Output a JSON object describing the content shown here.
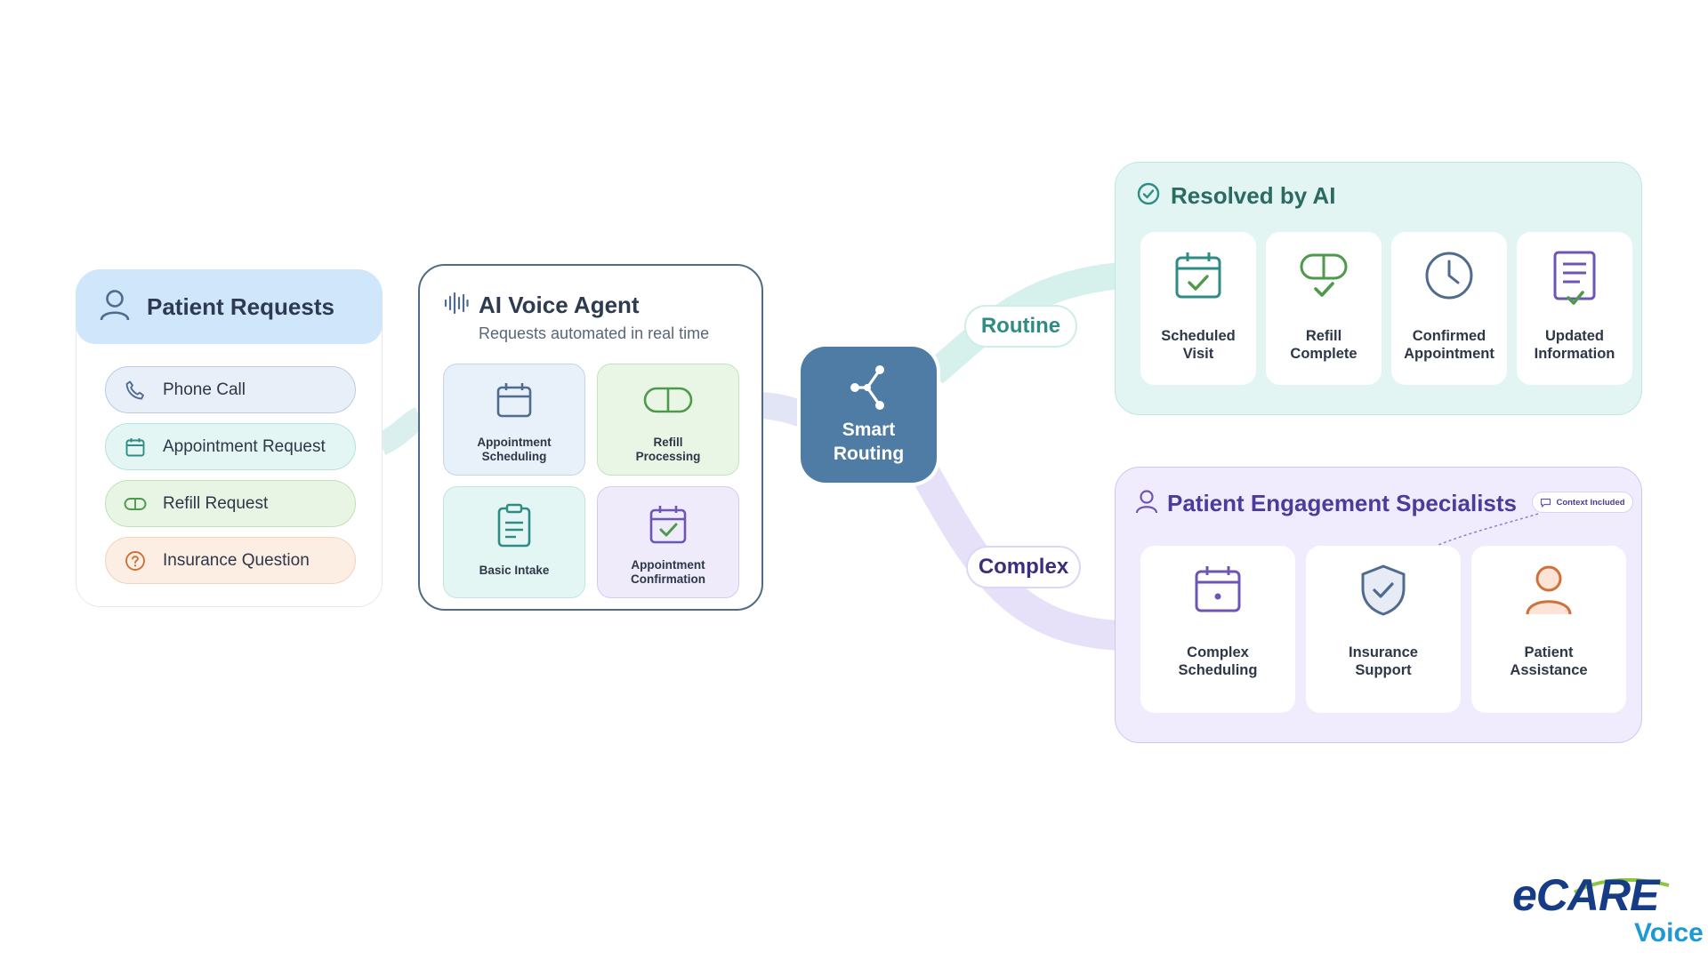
{
  "colors": {
    "patient_header": "#cfe6fb",
    "phone": "#e8eff8",
    "appointment": "#e4f6f3",
    "refill": "#e8f5e4",
    "insurance": "#fdeee4",
    "router": "#4e7ca5",
    "resolved_bg": "#e2f5f2",
    "specialists_bg": "#f0ecfd"
  },
  "patient_requests": {
    "title": "Patient Requests",
    "icon": "user-icon",
    "items": [
      {
        "label": "Phone Call",
        "icon": "phone-icon"
      },
      {
        "label": "Appointment Request",
        "icon": "calendar-icon"
      },
      {
        "label": "Refill Request",
        "icon": "pill-icon"
      },
      {
        "label": "Insurance Question",
        "icon": "question-icon"
      }
    ]
  },
  "voice_agent": {
    "title": "AI Voice Agent",
    "subtitle": "Requests automated in real time",
    "icon": "soundwave-icon",
    "tiles": [
      {
        "label": "Appointment\nScheduling",
        "icon": "calendar-icon"
      },
      {
        "label": "Refill\nProcessing",
        "icon": "pill-icon"
      },
      {
        "label": "Basic Intake",
        "icon": "clipboard-icon"
      },
      {
        "label": "Appointment\nConfirmation",
        "icon": "calendar-check-icon"
      }
    ]
  },
  "router": {
    "label": "Smart\nRouting",
    "icon": "share-node-icon"
  },
  "routes": {
    "routine": "Routine",
    "complex": "Complex"
  },
  "resolved": {
    "title": "Resolved by AI",
    "icon": "check-circle-icon",
    "cards": [
      {
        "label": "Scheduled\nVisit",
        "icon": "calendar-check-icon"
      },
      {
        "label": "Refill\nComplete",
        "icon": "pill-check-icon"
      },
      {
        "label": "Confirmed\nAppointment",
        "icon": "clock-icon"
      },
      {
        "label": "Updated\nInformation",
        "icon": "document-check-icon"
      }
    ]
  },
  "specialists": {
    "title": "Patient Engagement Specialists",
    "icon": "user-icon",
    "badge": "Context Included",
    "cards": [
      {
        "label": "Complex\nScheduling",
        "icon": "calendar-icon"
      },
      {
        "label": "Insurance\nSupport",
        "icon": "shield-check-icon"
      },
      {
        "label": "Patient\nAssistance",
        "icon": "person-icon"
      }
    ]
  },
  "logo": {
    "word": "eCARE",
    "sub": "Voice"
  }
}
